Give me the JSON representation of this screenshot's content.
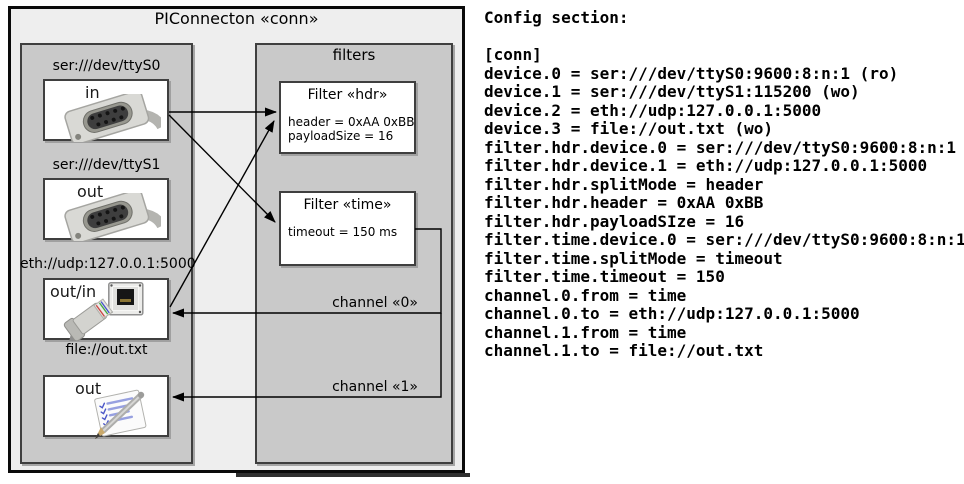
{
  "diagram": {
    "title": "PIConnecton «conn»",
    "devices": [
      {
        "label": "ser:///dev/ttyS0",
        "port": "in",
        "icon": "serial-db9-connector"
      },
      {
        "label": "ser:///dev/ttyS1",
        "port": "out",
        "icon": "serial-db9-connector"
      },
      {
        "label": "eth://udp:127.0.0.1:5000",
        "port": "out/in",
        "icon": "ethernet-jack-and-plug"
      },
      {
        "label": "file://out.txt",
        "port": "out",
        "icon": "notepad-with-pencil"
      }
    ],
    "filters_group": {
      "title": "filters",
      "filters": [
        {
          "title": "Filter «hdr»",
          "lines": [
            "header = 0xAA 0xBB",
            "payloadSize = 16"
          ]
        },
        {
          "title": "Filter «time»",
          "lines": [
            "timeout = 150 ms"
          ]
        }
      ]
    },
    "channels": [
      {
        "label": "channel «0»"
      },
      {
        "label": "channel «1»"
      }
    ]
  },
  "config": {
    "lines": [
      "Config section:",
      "",
      "[conn]",
      "device.0 = ser:///dev/ttyS0:9600:8:n:1 (ro)",
      "device.1 = ser:///dev/ttyS1:115200 (wo)",
      "device.2 = eth://udp:127.0.0.1:5000",
      "device.3 = file://out.txt (wo)",
      "filter.hdr.device.0 = ser:///dev/ttyS0:9600:8:n:1",
      "filter.hdr.device.1 = eth://udp:127.0.0.1:5000",
      "filter.hdr.splitMode = header",
      "filter.hdr.header = 0xAA 0xBB",
      "filter.hdr.payloadSIze = 16",
      "filter.time.device.0 = ser:///dev/ttyS0:9600:8:n:1",
      "filter.time.splitMode = timeout",
      "filter.time.timeout = 150",
      "channel.0.from = time",
      "channel.0.to = eth://udp:127.0.0.1:5000",
      "channel.1.from = time",
      "channel.1.to = file://out.txt"
    ]
  },
  "colors": {
    "frame_bg": "#eeeeee",
    "group_bg": "#c9c9c9",
    "box_bg": "#ffffff",
    "border": "#3f3f3f",
    "text": "#000000"
  }
}
